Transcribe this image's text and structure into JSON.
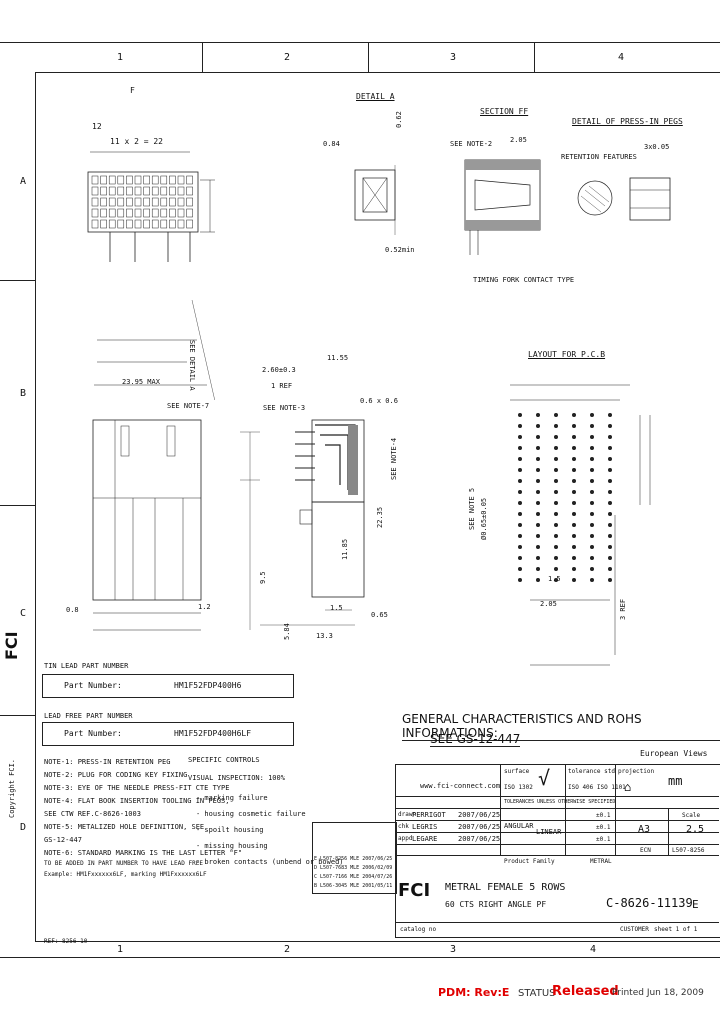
{
  "zones": {
    "top": [
      "1",
      "2",
      "3",
      "4"
    ],
    "bottom": [
      "1",
      "2",
      "3",
      "4"
    ],
    "left": [
      "A",
      "B",
      "C",
      "D"
    ]
  },
  "views": {
    "detail_a": "DETAIL A",
    "section_ff": "SECTION FF",
    "detail_press": "DETAIL OF PRESS-IN PEGS",
    "layout_pcb": "LAYOUT FOR P.C.B",
    "f_label": "F",
    "dim_12": "12",
    "dim_11x2": "11 x 2 = 22",
    "dim_23_95": "23.95 MAX",
    "see_note_7": "SEE NOTE-7",
    "see_detail_a": "SEE DETAIL A",
    "see_note_2": "SEE NOTE-2",
    "timing_label": "TIMING FORK CONTACT TYPE",
    "retention": "RETENTION FEATURES",
    "dim_084": "0.84",
    "dim_062": "0.62",
    "dim_052": "0.52min",
    "dim_205": "2.05",
    "dim_3x0": "3x0.05",
    "dim_260": "2.60±0.3",
    "dim_1155": "11.55",
    "dim_1ref": "1 REF",
    "see_note_3": "SEE NOTE-3",
    "dim_06x06": "0.6 x 0.6",
    "see_note_4": "SEE NOTE-4",
    "dim_2235": "22.35",
    "dim_1185": "11.85",
    "dim_95": "9.5",
    "dim_15": "1.5",
    "dim_065": "0.65",
    "dim_584": "5.84",
    "dim_133": "13.3",
    "dim_08": "0.8",
    "dim_12b": "1.2",
    "see_note_5": "SEE NOTE 5",
    "dim_065b": "Ø0.65±0.05",
    "dim_15b": "1.5",
    "dim_205b": "2.05",
    "dim_3ref": "3 REF"
  },
  "part_numbers": {
    "tin_lead_title": "TIN LEAD PART NUMBER",
    "tin_lead_label": "Part Number:",
    "tin_lead_value": "HM1F52FDP400H6",
    "lead_free_title": "LEAD FREE PART NUMBER",
    "lead_free_label": "Part Number:",
    "lead_free_value": "HM1F52FDP400H6LF"
  },
  "notes": [
    "NOTE-1: PRESS-IN RETENTION PEG",
    "NOTE-2: PLUG FOR CODING KEY FIXING",
    "NOTE-3: EYE OF THE NEEDLE PRESS-FIT CTE TYPE",
    "NOTE-4: FLAT BOOK INSERTION TOOLING IN PEGS,",
    "        SEE CTW REF.C-8626-1003",
    "NOTE-5: METALIZED HOLE DEFINITION, SEE",
    "        GS-12-447",
    "NOTE-6: STANDARD MARKING IS THE LAST LETTER \"F\"",
    "        TO BE ADDED IN PART NUMBER TO HAVE LEAD FREE",
    "        Example: HM1Fxxxxxx6LF, marking HM1Fxxxxxx6LF"
  ],
  "specific_controls": {
    "title": "SPECIFIC CONTROLS",
    "visual": "VISUAL INSPECTION: 100%",
    "items": [
      "- marking failure",
      "- housing cosmetic failure",
      "- spoilt housing",
      "- missing housing",
      "- broken contacts (unbend or bowed)"
    ]
  },
  "general": {
    "line1": "GENERAL CHARACTERISTICS AND ROHS INFORMATIONS:",
    "line2": "SEE GS-12-447",
    "european": "European Views"
  },
  "title_block": {
    "web": "www.fci-connect.com",
    "surface": "surface",
    "roughness": "ISO 1302",
    "tolerance": "tolerance std",
    "tol_value": "ISO 406 ISO 1101",
    "projection": "projection",
    "unit": "mm",
    "tol_note": "TOLERANCES UNLESS OTHERWISE SPECIFIED",
    "drawn_role": "drawn",
    "drawn_name": "PERRIGOT",
    "drawn_date": "2007/06/25",
    "chk_role": "chk",
    "chk_name": "LEGRIS",
    "chk_date": "2007/06/25",
    "appd_role": "appd",
    "appd_name": "LEGARE",
    "appd_date": "2007/06/25",
    "angular": "ANGULAR",
    "linear": "LINEAR",
    "tol_a": "±0.1",
    "tol_b": "±0.1",
    "tol_c": "±0.1",
    "size": "A3",
    "scale_label": "Scale",
    "scale": "2.5",
    "ecn": "ECN",
    "ecn_value": "L507-8256",
    "product_family": "Product Family",
    "metral": "METRAL",
    "title1": "METRAL FEMALE 5 ROWS",
    "title2": "60 CTS RIGHT ANGLE PF",
    "dwg_no": "C-8626-11139",
    "rev": "E",
    "customer": "CUSTOMER",
    "sheet": "sheet 1 of 1",
    "catalog": "catalog no"
  },
  "revisions": [
    [
      "E",
      "L507-8256",
      "MLE",
      "2007/06/25"
    ],
    [
      "D",
      "L507-7683",
      "MLE",
      "2006/02/09"
    ],
    [
      "C",
      "L507-7166",
      "MLE",
      "2004/07/26"
    ],
    [
      "B",
      "L506-3045",
      "MLE",
      "2001/05/11"
    ]
  ],
  "copyright": "Copyright FCI.",
  "brand": "FCI",
  "footer": {
    "pdm": "PDM: Rev:E",
    "status_label": "STATUS",
    "status_value": "Released",
    "printed": "Printed Jun 18, 2009"
  },
  "bottom_ref": "REF: 8256-10"
}
